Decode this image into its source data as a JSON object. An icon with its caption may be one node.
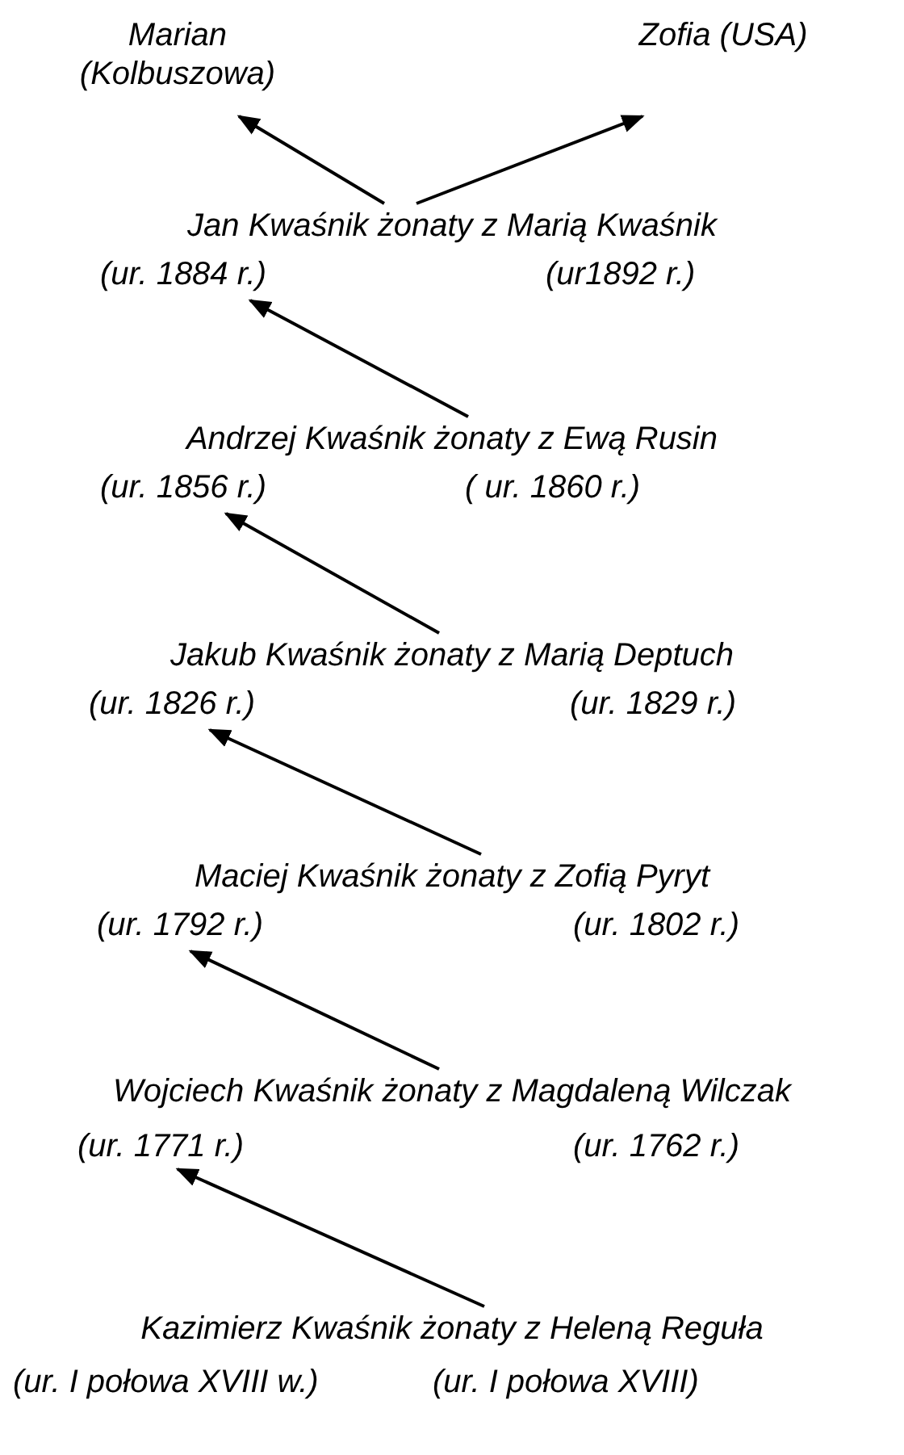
{
  "diagram": {
    "nodes": [
      {
        "text": [
          "Marian (Kolbuszowa)"
        ]
      },
      {
        "text": [
          "Zofia (USA)"
        ]
      },
      {
        "text": [
          "Jan Kwaśnik żonaty z Marią Kwaśnik",
          "(ur. 1884 r.)",
          "(ur1892 r.)"
        ]
      },
      {
        "text": [
          "Andrzej Kwaśnik żonaty z Ewą Rusin",
          "(ur. 1856 r.)",
          "( ur. 1860 r.)"
        ]
      },
      {
        "text": [
          "Jakub Kwaśnik żonaty z Marią Deptuch",
          "(ur. 1826 r.)",
          "(ur. 1829 r.)"
        ]
      },
      {
        "text": [
          "Maciej Kwaśnik żonaty z Zofią Pyryt",
          "(ur. 1792 r.)",
          "(ur. 1802 r.)"
        ]
      },
      {
        "text": [
          "Wojciech Kwaśnik żonaty z Magdaleną Wilczak",
          "(ur. 1771 r.)",
          "(ur. 1762 r.)"
        ]
      },
      {
        "text": [
          "Kazimierz Kwaśnik żonaty z Heleną Reguła",
          "(ur. I połowa XVIII w.)",
          "(ur. I połowa XVIII)"
        ]
      }
    ],
    "edges": [
      {
        "from": 2,
        "to": 0,
        "arrow": "to"
      },
      {
        "from": 2,
        "to": 1,
        "arrow": "to"
      },
      {
        "from": 3,
        "to": 2,
        "arrow": "to"
      },
      {
        "from": 4,
        "to": 3,
        "arrow": "to"
      },
      {
        "from": 5,
        "to": 4,
        "arrow": "to"
      },
      {
        "from": 6,
        "to": 5,
        "arrow": "to"
      },
      {
        "from": 7,
        "to": 6,
        "arrow": "to"
      }
    ]
  }
}
